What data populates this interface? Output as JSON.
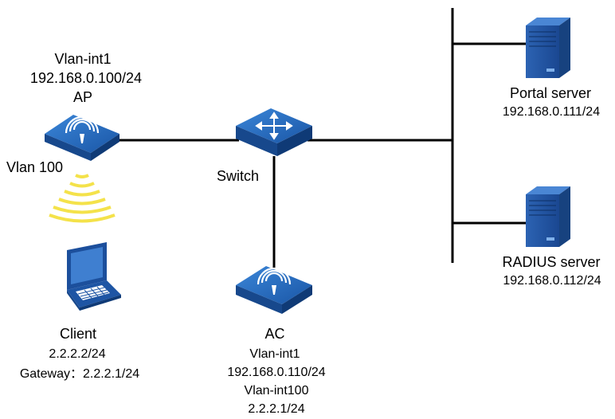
{
  "ap": {
    "interface": "Vlan-int1",
    "ip": "192.168.0.100/24",
    "name": "AP",
    "vlan": "Vlan 100"
  },
  "switch": {
    "name": "Switch",
    "badge": "SWITCH"
  },
  "portal": {
    "name": "Portal server",
    "ip": "192.168.0.111/24"
  },
  "radius": {
    "name": "RADIUS server",
    "ip": "192.168.0.112/24"
  },
  "client": {
    "name": "Client",
    "ip": "2.2.2.2/24",
    "gateway": "Gateway：2.2.2.1/24"
  },
  "ac": {
    "name": "AC",
    "interface1": "Vlan-int1",
    "ip1": "192.168.0.110/24",
    "interface2": "Vlan-int100",
    "ip2": "2.2.2.1/24"
  },
  "colors": {
    "device_blue": "#1f63b5",
    "device_dark": "#123f80",
    "wireless_yellow": "#f4e24a",
    "server_blue": "#2a5fae",
    "link": "#000000"
  },
  "icons": [
    "wireless-ap-icon",
    "switch-icon",
    "server-icon",
    "laptop-icon",
    "wireless-signal-icon"
  ]
}
